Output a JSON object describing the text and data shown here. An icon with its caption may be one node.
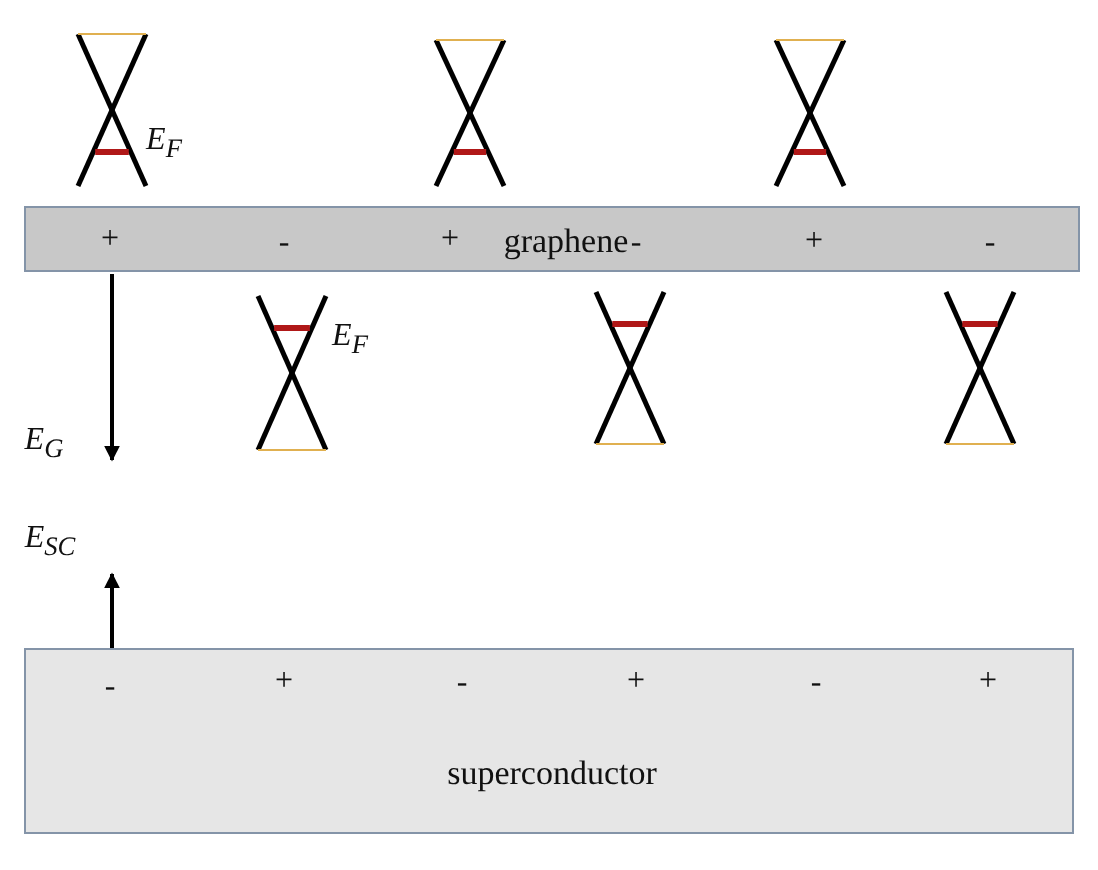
{
  "diagram": {
    "nodes": [
      {
        "text": [
          "graphene"
        ]
      },
      {
        "text": [
          "superconductor"
        ]
      }
    ],
    "labels": [
      "E$_{F}$",
      "+",
      "-",
      "+",
      "-",
      "+",
      "-",
      "E$_{F}$",
      "E$_{G}$",
      "E$_{SC}$",
      "-",
      "+",
      "-",
      "+",
      "-",
      "+"
    ]
  }
}
